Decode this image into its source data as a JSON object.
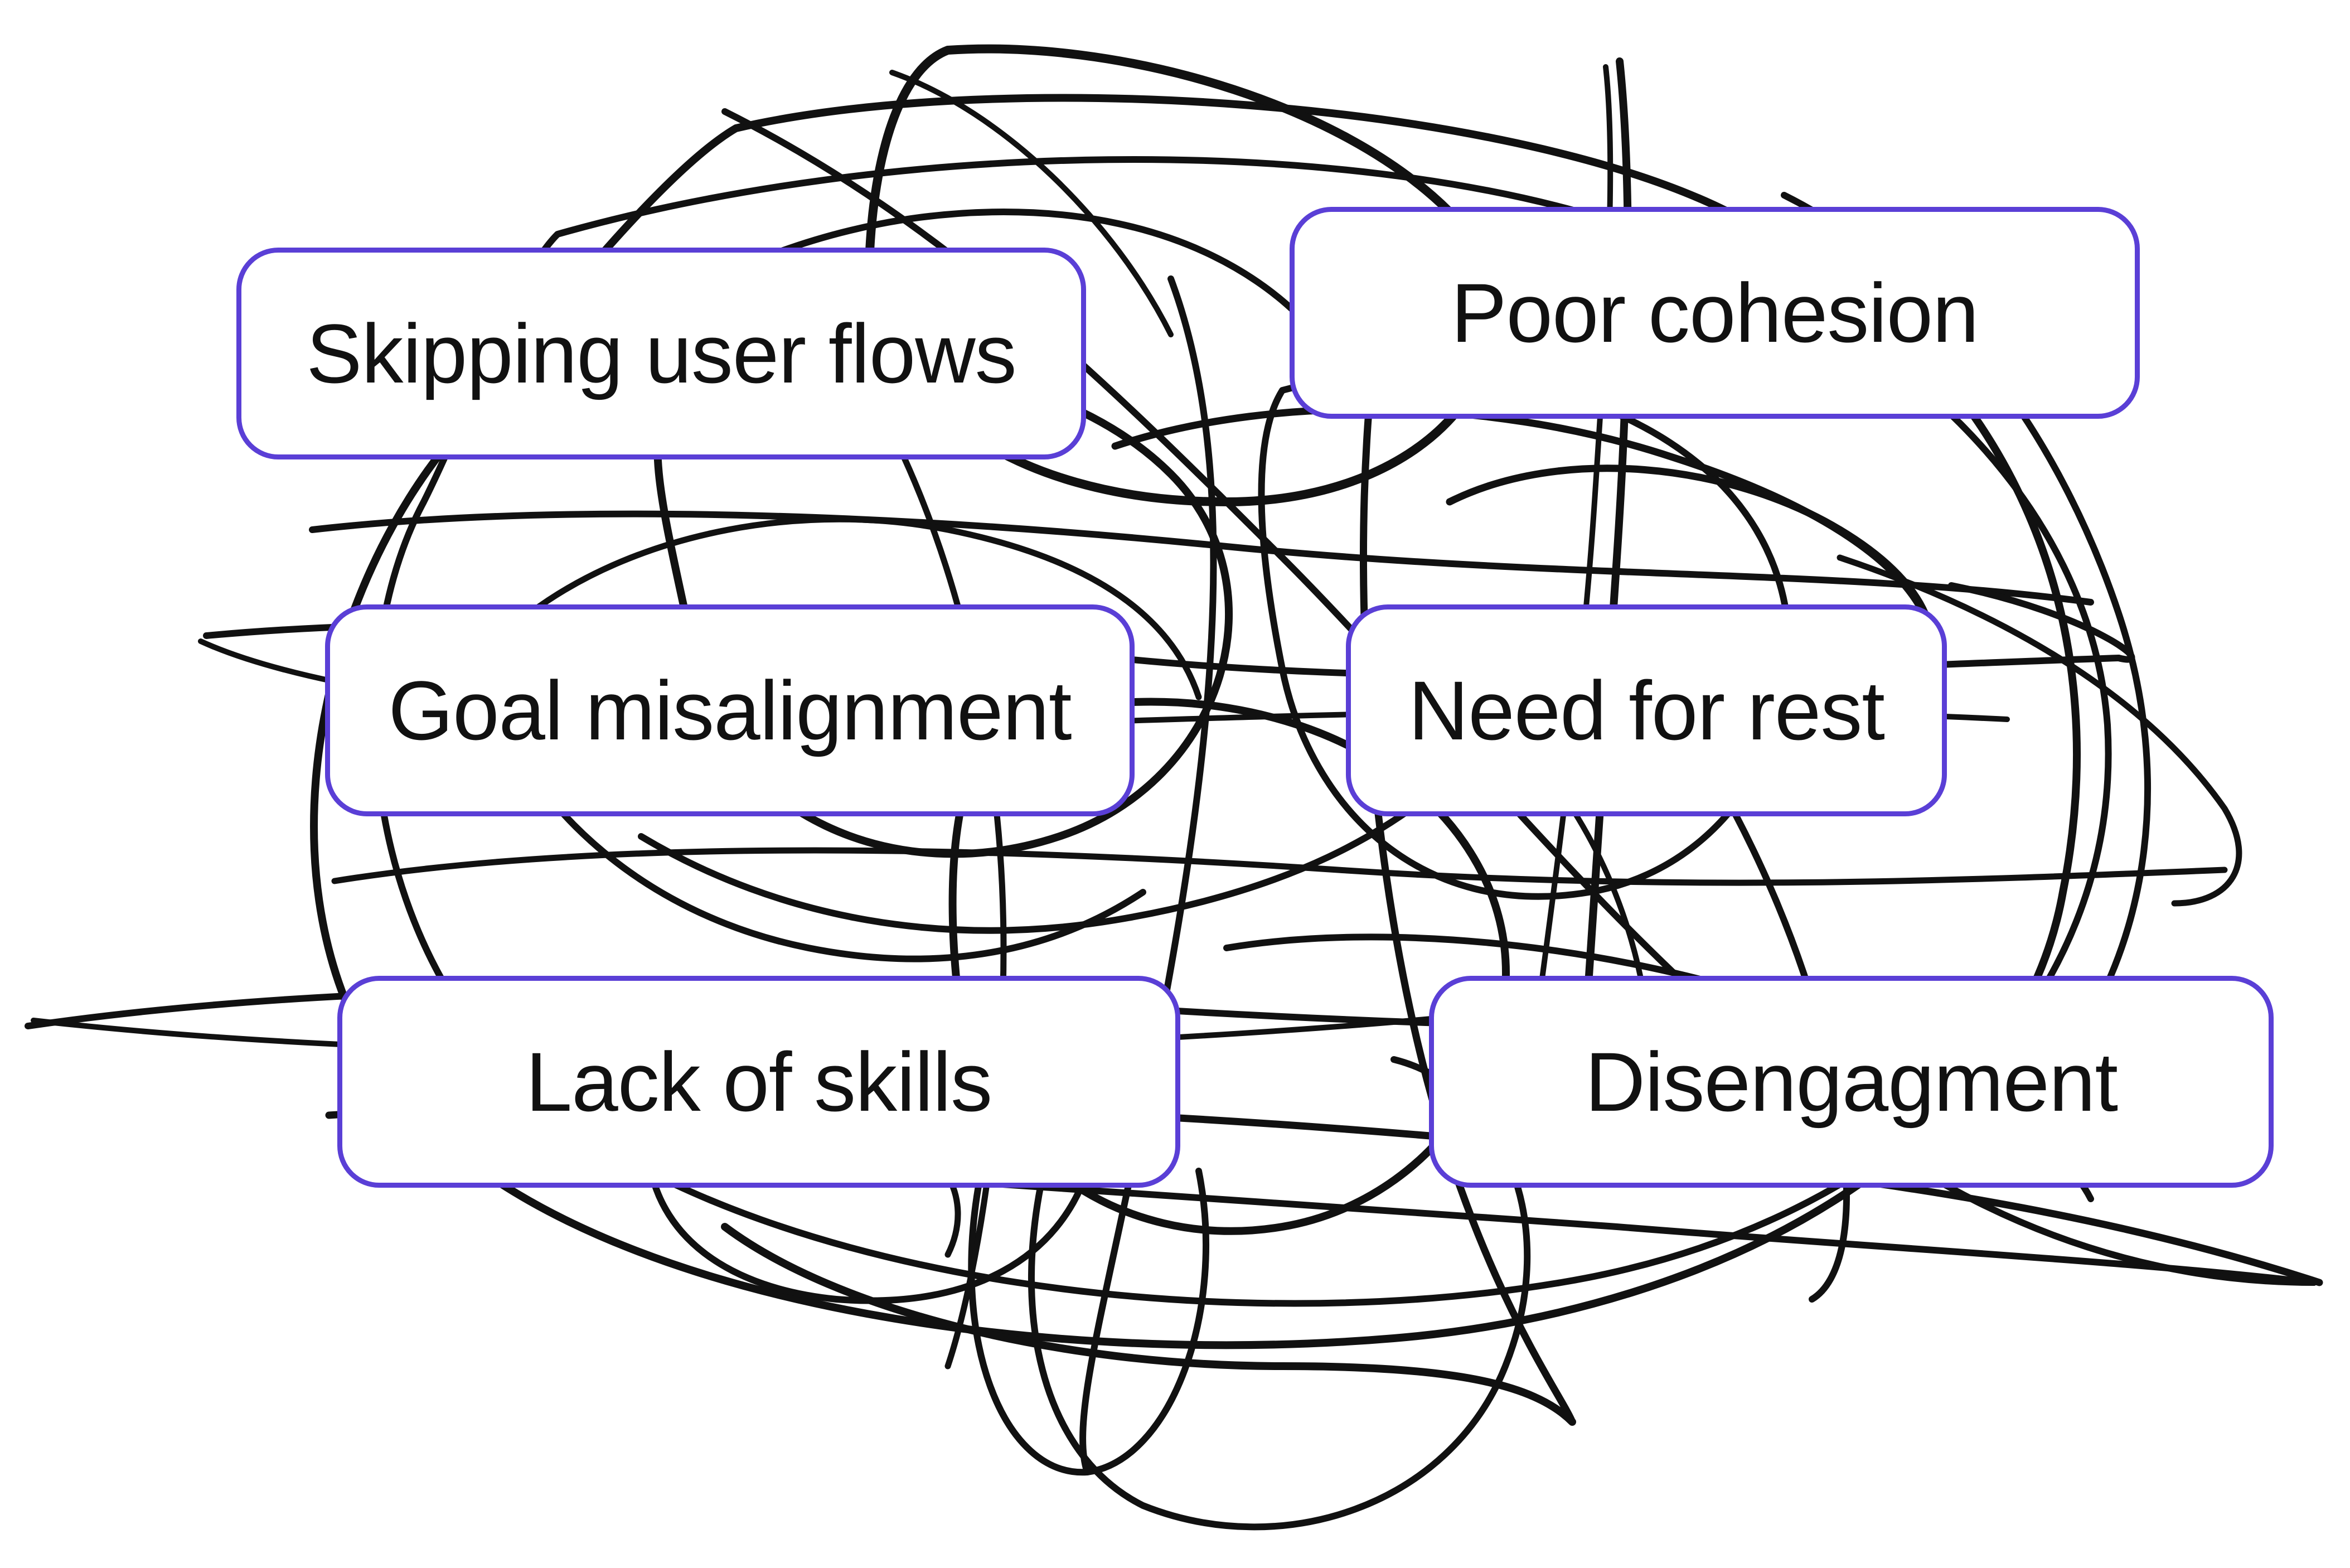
{
  "labels": {
    "skipping_user_flows": "Skipping user flows",
    "poor_cohesion": "Poor cohesion",
    "goal_misalignment": "Goal misalignment",
    "need_for_rest": "Need for rest",
    "lack_of_skills": "Lack of skills",
    "disengagment": "Disengagment"
  },
  "colors": {
    "box_border": "#5a3fd6",
    "box_fill": "#ffffff",
    "text": "#111111",
    "scribble": "#111111",
    "background": "#ffffff"
  }
}
